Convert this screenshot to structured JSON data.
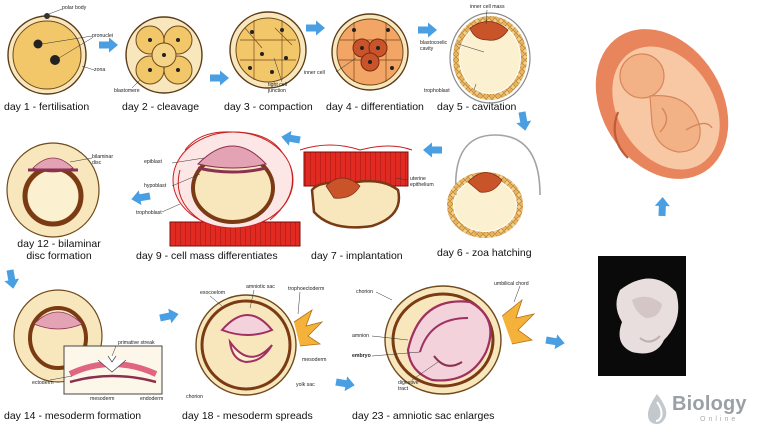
{
  "stages": [
    {
      "caption": "day 1 - fertilisation",
      "labels": [
        "polar body",
        "pronuclei",
        "zona"
      ]
    },
    {
      "caption": "day 2 - cleavage",
      "labels": [
        "blastomere"
      ]
    },
    {
      "caption": "day 3 - compaction",
      "labels": [
        "tight cell junction"
      ]
    },
    {
      "caption": "day 4 - differentiation",
      "labels": [
        "inner cell"
      ]
    },
    {
      "caption": "day 5 - cavitation",
      "labels": [
        "inner cell mass",
        "blastocoelic cavity",
        "trophoblast"
      ]
    },
    {
      "caption": "day 6 - zoa hatching",
      "labels": []
    },
    {
      "caption": "day 7 - implantation",
      "labels": [
        "uterine epithelium"
      ]
    },
    {
      "caption": "day 9 - cell mass differentiates",
      "labels": [
        "epiblast",
        "hypoblast",
        "trophoblast"
      ]
    },
    {
      "caption": "day 12 - bilaminar disc formation",
      "labels": [
        "bilaminar disc"
      ]
    },
    {
      "caption": "day 14 - mesoderm formation",
      "labels": [
        "primative streak",
        "ectoderm",
        "mesoderm",
        "endoderm"
      ]
    },
    {
      "caption": "day 18 - mesoderm spreads",
      "labels": [
        "exocoelom",
        "amniotic sac",
        "trophoectoderm",
        "mesoderm",
        "yolk sac",
        "chorion"
      ]
    },
    {
      "caption": "day 23 - amniotic sac enlarges",
      "labels": [
        "chorion",
        "umbilical chord",
        "amnion",
        "embryo",
        "digestive tract"
      ]
    }
  ],
  "watermark": {
    "brand": "Biology",
    "sub": "Online"
  },
  "colors": {
    "arrow": "#4a9fe2",
    "cell": "#f5dca2",
    "cellDark": "#e7b04a",
    "outline": "#7a4a1c",
    "innerMass": "#c9542a",
    "uterus": "#cc1f1f",
    "wombOuter": "#e9855c",
    "wombInner": "#f8c8a5"
  }
}
